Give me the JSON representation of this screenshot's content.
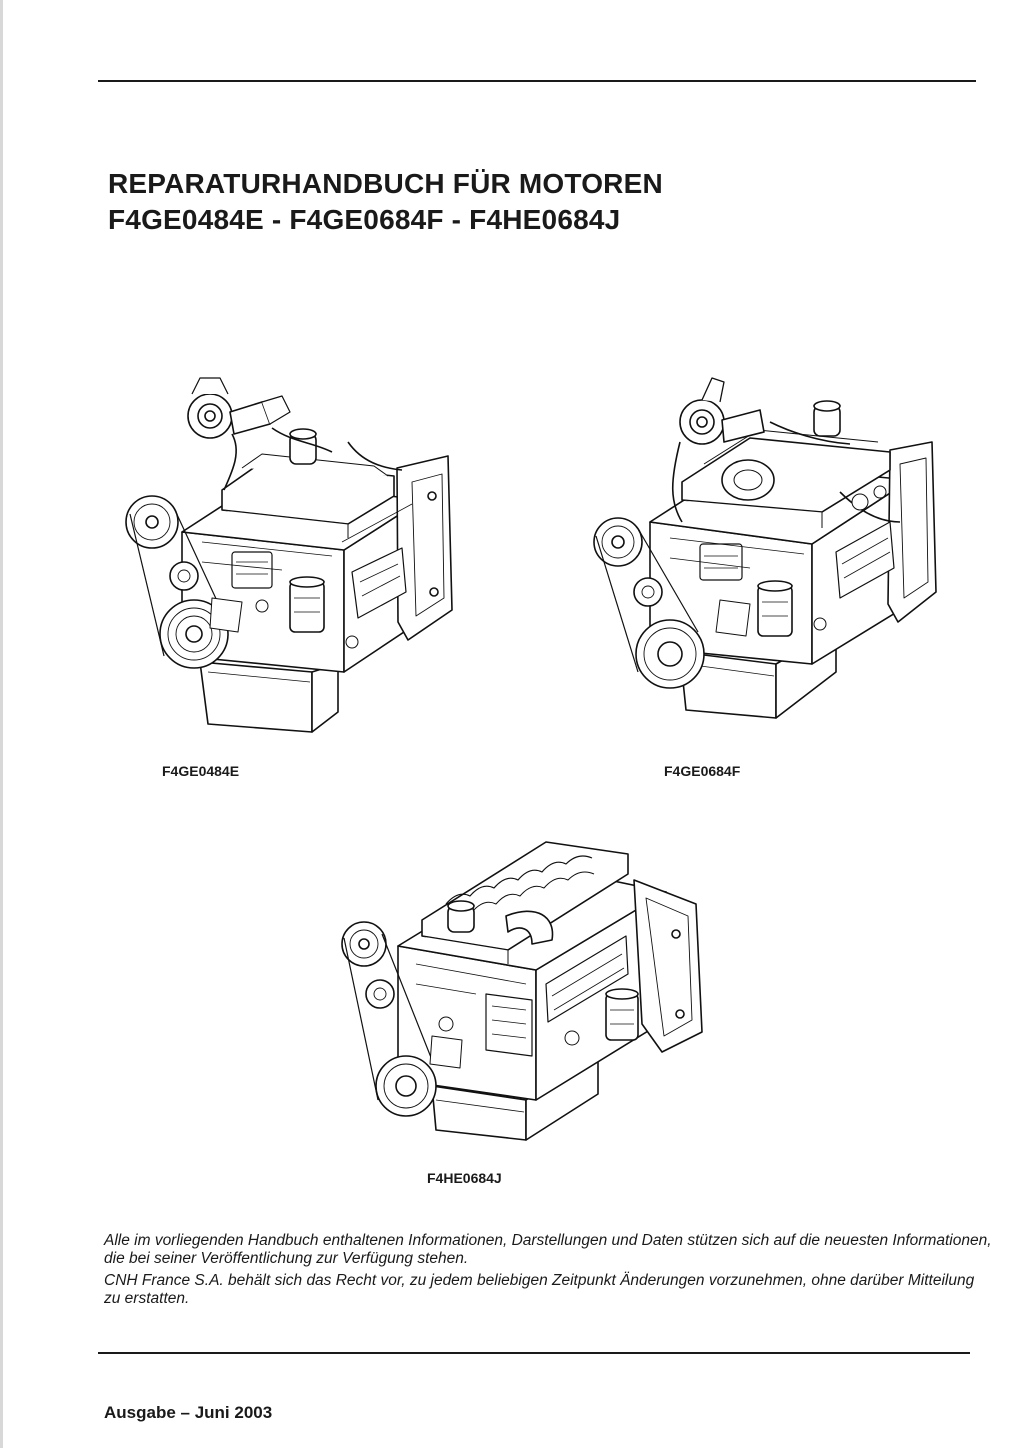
{
  "document": {
    "title_line1": "REPARATURHANDBUCH FÜR MOTOREN",
    "title_line2": "F4GE0484E - F4GE0684F - F4HE0684J"
  },
  "figures": [
    {
      "caption": "F4GE0484E",
      "icon": "engine-illustration"
    },
    {
      "caption": "F4GE0684F",
      "icon": "engine-illustration"
    },
    {
      "caption": "F4HE0684J",
      "icon": "engine-illustration"
    }
  ],
  "disclaimer": {
    "paragraph1": "Alle im vorliegenden Handbuch enthaltenen Informationen, Darstellungen und Daten stützen sich auf die neuesten Informationen, die bei seiner Veröffentlichung zur Verfügung stehen.",
    "paragraph2": "CNH France S.A. behält sich das Recht vor, zu jedem beliebigen Zeitpunkt Änderungen vorzunehmen, ohne darüber Mitteilung zu erstatten."
  },
  "edition": "Ausgabe – Juni 2003"
}
